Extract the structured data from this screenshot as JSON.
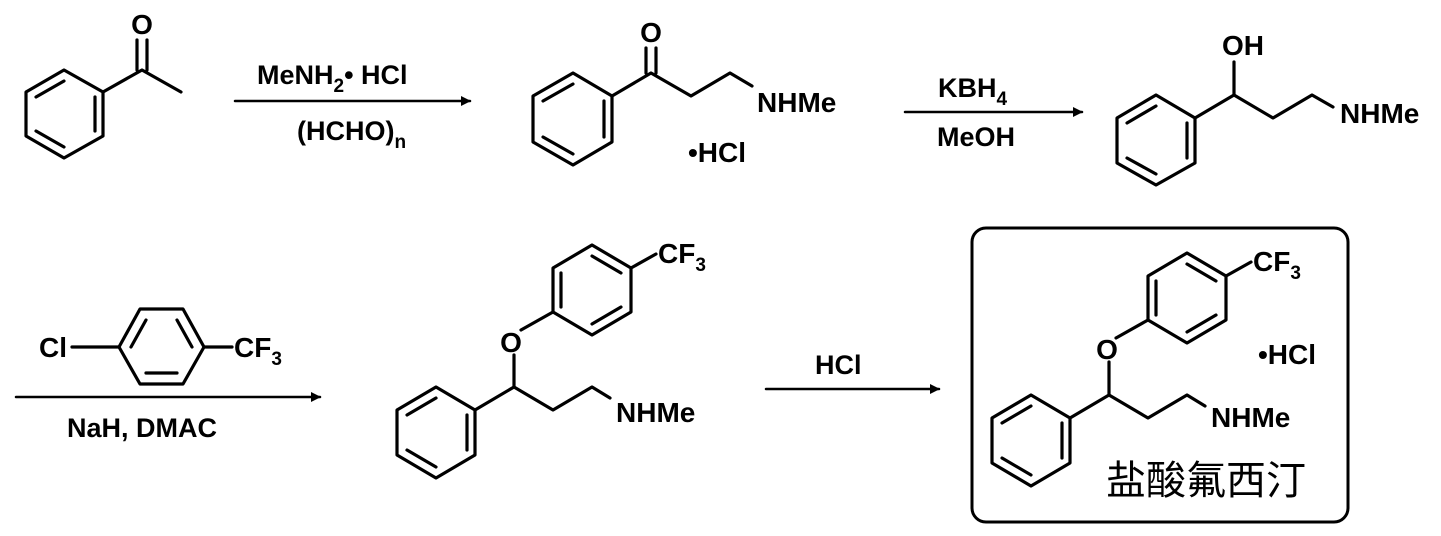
{
  "atoms": {
    "O": "O",
    "OH": "OH",
    "NHMe": "NHMe",
    "HCl_salt": "•HCl",
    "CF": "CF",
    "three": "3",
    "Cl": "Cl"
  },
  "reagents": {
    "step1": {
      "top_main": "MeNH",
      "top_sub": "2",
      "top_tail": "• HCl",
      "bottom_main": "(HCHO)",
      "bottom_sub": "n"
    },
    "step2": {
      "top_main": "KBH",
      "top_sub": "4",
      "bottom": "MeOH"
    },
    "step3": {
      "bottom": "NaH, DMAC"
    },
    "step4": {
      "top": "HCl"
    }
  },
  "product_name": "盐酸氟西汀"
}
